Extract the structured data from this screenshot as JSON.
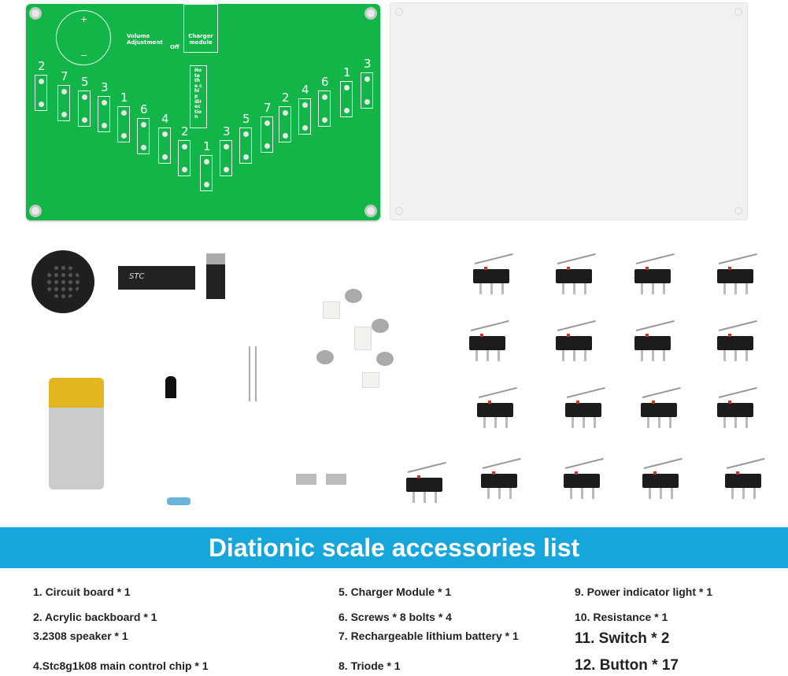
{
  "pcb": {
    "labels": {
      "volume": "Volume Adjustment",
      "charger": "Charger module",
      "off": "Off",
      "chip": "Note the chip direction",
      "plus": "+",
      "minus": "−"
    },
    "key_digits": [
      "2",
      "7",
      "5",
      "3",
      "1",
      "6",
      "4",
      "2",
      "1",
      "3",
      "5",
      "7",
      "2",
      "4",
      "6",
      "1",
      "3"
    ]
  },
  "parts": {
    "chip_label": "STC"
  },
  "switches_count": 17,
  "banner": {
    "title": "Diationic scale accessories list"
  },
  "list": [
    [
      "1. Circuit board * 1",
      "2. Acrylic backboard * 1",
      "3.2308 speaker * 1",
      "4.Stc8g1k08 main control chip * 1"
    ],
    [
      "5. Charger Module * 1",
      "6. Screws * 8 bolts * 4",
      "7. Rechargeable lithium battery * 1",
      "8. Triode * 1"
    ],
    [
      "9. Power indicator light * 1",
      "10. Resistance * 1",
      "11. Switch * 2",
      "12. Button * 17"
    ]
  ],
  "colors": {
    "pcb": "#12b548",
    "banner": "#17a6dc"
  }
}
